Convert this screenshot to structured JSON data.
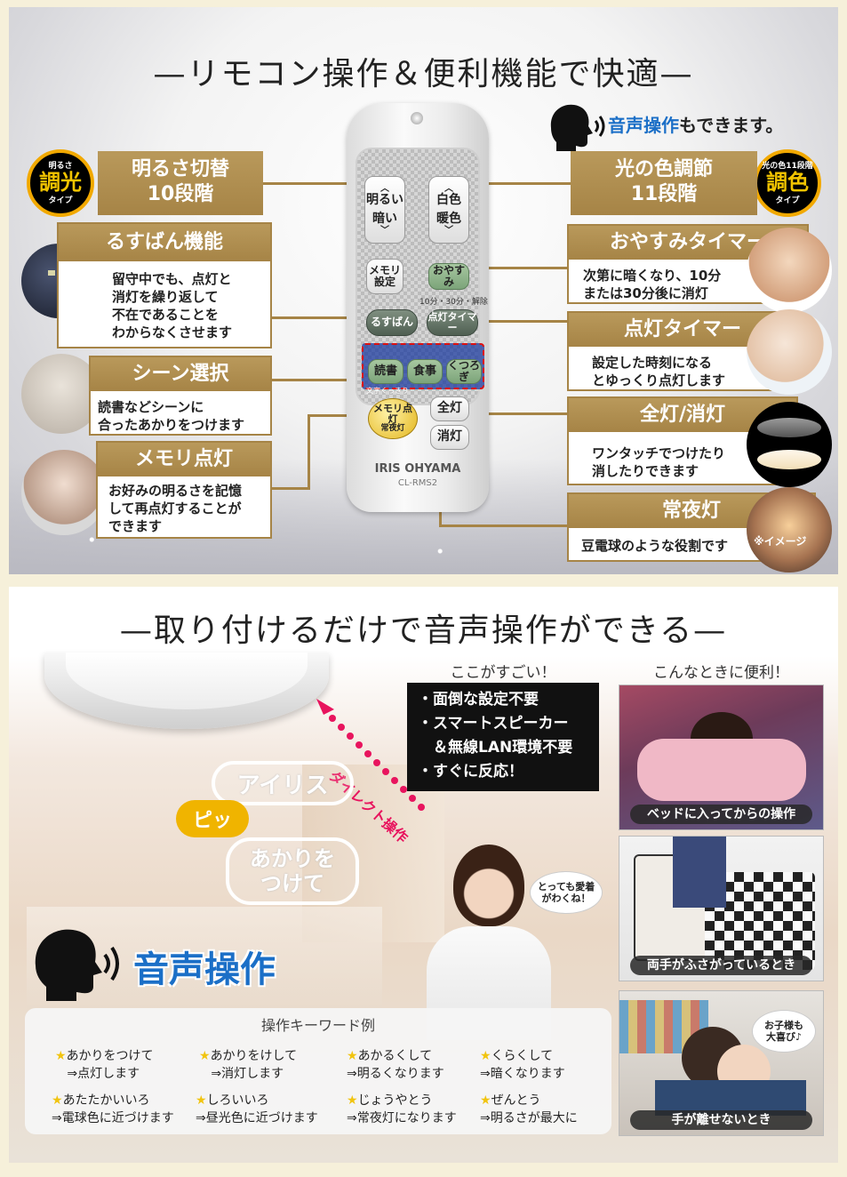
{
  "remote_section": {
    "title": "—リモコン操作＆便利機能で快適—",
    "voice_note_accent": "音声操作",
    "voice_note_rest": "もできます。",
    "left_badge": {
      "top": "明るさ",
      "main": "調光",
      "bottom": "タイプ"
    },
    "right_badge": {
      "top": "光の色11段階",
      "main": "調色",
      "bottom": "タイプ"
    },
    "brightness": {
      "label_line1": "明るさ切替",
      "label_line2": "10段階"
    },
    "color": {
      "label_line1": "光の色調節",
      "label_line2": "11段階"
    },
    "rusuban": {
      "label": "るすばん機能",
      "desc": [
        "留守中でも、点灯と",
        "消灯を繰り返して",
        "不在であることを",
        "わからなくさせます"
      ]
    },
    "sleep_timer": {
      "label": "おやすみタイマー",
      "desc": [
        "次第に暗くなり、10分",
        "または30分後に消灯"
      ]
    },
    "on_timer": {
      "label": "点灯タイマー",
      "desc": [
        "設定した時刻になる",
        "とゆっくり点灯します"
      ]
    },
    "scene": {
      "label": "シーン選択",
      "desc": [
        "読書などシーンに",
        "合ったあかりをつけます"
      ]
    },
    "all_light": {
      "label": "全灯/消灯",
      "desc": [
        "ワンタッチでつけたり",
        "消したりできます"
      ]
    },
    "memory": {
      "label": "メモリ点灯",
      "desc": [
        "お好みの明るさを記憶",
        "して再点灯することが",
        "できます"
      ]
    },
    "night_light": {
      "label": "常夜灯",
      "desc": "豆電球のような役割です",
      "note": "※イメージ"
    },
    "remote": {
      "bright_up": "明るい",
      "bright_down": "暗い",
      "white": "白色",
      "warm": "暖色",
      "memory_set_1": "メモリ",
      "memory_set_2": "設定",
      "sleep": "おやすみ",
      "timer_options": "10分・30分・解除",
      "rusuban": "るすばん",
      "on_timer": "点灯タイマー",
      "read": "読書",
      "meal": "食事",
      "relax": "くつろぎ",
      "small_text": "文字くっきり",
      "memory_on_1": "メモリ点灯",
      "memory_on_2": "常夜灯",
      "all_on": "全灯",
      "off": "消灯",
      "brand": "IRIS OHYAMA",
      "model": "CL-RMS2"
    }
  },
  "voice_section": {
    "title": "—取り付けるだけで音声操作ができる—",
    "bubble_iris": "アイリス",
    "bubble_pip": "ピッ",
    "bubble_light": [
      "あかりを",
      "つけて"
    ],
    "direct_label": "ダイレクト操作",
    "speech_woman": [
      "とっても愛着",
      "がわくね！"
    ],
    "voice_label": "音声操作",
    "sugoi_head": "ここがすごい！",
    "sugoi_items": [
      "・面倒な設定不要",
      "・スマートスピーカー",
      "　＆無線LAN環境不要",
      "・すぐに反応！"
    ],
    "benri_head": "こんなときに便利！",
    "captions": [
      "ベッドに入ってからの操作",
      "両手がふさがっているとき",
      "手が離せないとき"
    ],
    "speech_kid": [
      "お子様も",
      "大喜び♪"
    ],
    "keywords_head": "操作キーワード例",
    "keywords": [
      {
        "cmd": "あかりをつけて",
        "result": "⇒点灯します"
      },
      {
        "cmd": "あかりをけして",
        "result": "⇒消灯します"
      },
      {
        "cmd": "あかるくして",
        "result": "⇒明るくなります"
      },
      {
        "cmd": "くらくして",
        "result": "⇒暗くなります"
      },
      {
        "cmd": "あたたかいいろ",
        "result": "⇒電球色に近づけます"
      },
      {
        "cmd": "しろいいろ",
        "result": "⇒昼光色に近づけます"
      },
      {
        "cmd": "じょうやとう",
        "result": "⇒常夜灯になります"
      },
      {
        "cmd": "ぜんとう",
        "result": "⇒明るさが最大に"
      }
    ],
    "colors": {
      "accent": "#1b6fc7",
      "gold": "#a68446",
      "arrow": "#e8145e",
      "star": "#f1c40f"
    }
  }
}
